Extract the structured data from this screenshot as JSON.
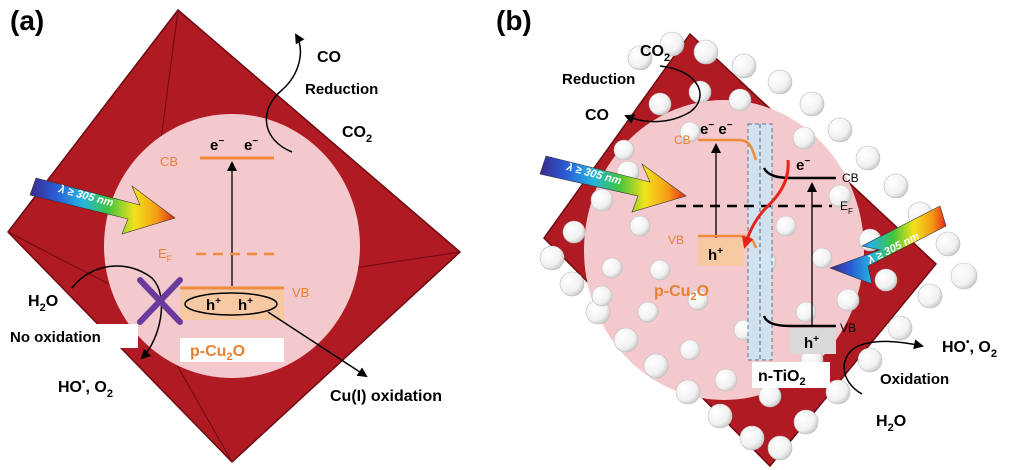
{
  "panel_a": {
    "label": "(a)",
    "light": "λ ≥ 305 nm",
    "reduction_product": "CO",
    "reduction_label": "Reduction",
    "reduction_reactant": "CO",
    "reduction_reactant_sub": "2",
    "cb": "CB",
    "electron_1": "e",
    "electron_2": "e",
    "fermi": "E",
    "fermi_sub": "F",
    "vb": "VB",
    "hole_1": "h",
    "hole_2": "h",
    "material": "p-Cu",
    "material_sub": "2",
    "material_end": "O",
    "water": "H",
    "water_sub": "2",
    "water_end": "O",
    "no_oxidation": "No oxidation",
    "products_ho": "HO",
    "products_o2": "O",
    "products_o2_sub": "2",
    "cu_oxidation": "Cu(I) oxidation"
  },
  "panel_b": {
    "label": "(b)",
    "reactant": "CO",
    "reactant_sub": "2",
    "reduction_label": "Reduction",
    "product": "CO",
    "light_left": "λ ≥ 305 nm",
    "light_right": "λ ≥ 305 nm",
    "cu_cb": "CB",
    "cu_electrons": "e",
    "cu_vb": "VB",
    "cu_hole": "h",
    "cu_material": "p-Cu",
    "cu_material_sub": "2",
    "cu_material_end": "O",
    "ti_electron": "e",
    "ti_cb": "CB",
    "fermi": "E",
    "fermi_sub": "F",
    "ti_hole": "h",
    "ti_vb": "VB",
    "ti_material": "n-TiO",
    "ti_material_sub": "2",
    "products_ho": "HO",
    "products_o2": "O",
    "products_o2_sub": "2",
    "oxidation_label": "Oxidation",
    "water": "H",
    "water_sub": "2",
    "water_end": "O"
  },
  "colors": {
    "crystal": "#b01a22",
    "crystal_edge": "#6e0a10",
    "particle": "#f4c9cd",
    "band": "#f08a3c",
    "band_text": "#e8802f",
    "hole_box": "#f7c9a3",
    "purple_cross": "#6a3a9c",
    "red_arrow": "#e8231c",
    "interface": "#cfe4f2"
  }
}
